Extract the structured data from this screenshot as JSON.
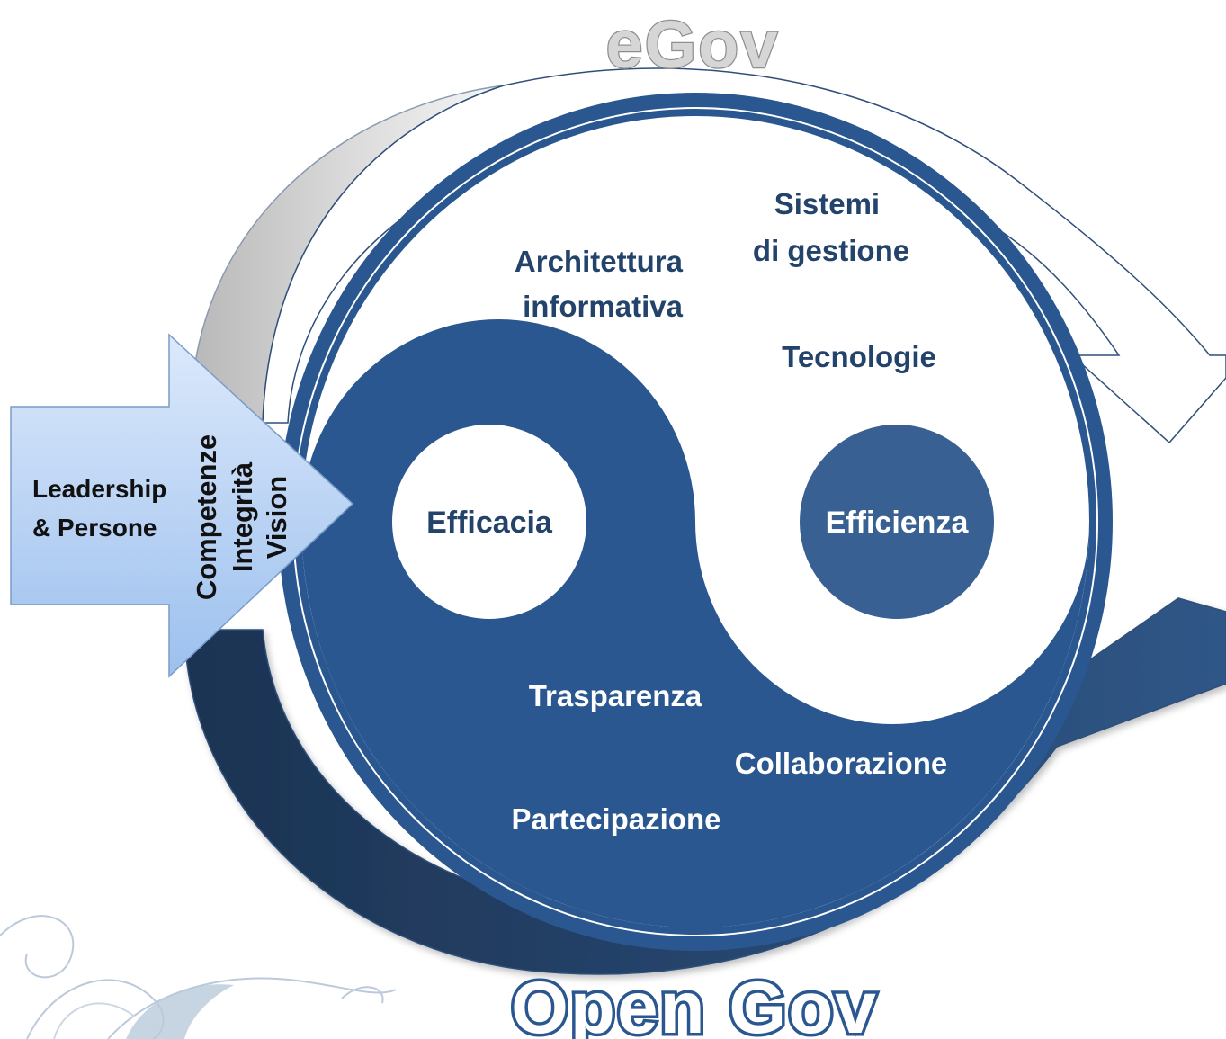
{
  "titles": {
    "top": "eGov",
    "bottom": "Open Gov"
  },
  "left_arrow": {
    "label_line1": "Leadership",
    "label_line2": "& Persone",
    "rotated_lines": [
      "Competenze",
      "Integrità",
      "Vision"
    ]
  },
  "yin_yang": {
    "left_dot_label": "Efficacia",
    "right_dot_label": "Efficienza"
  },
  "egov_items": {
    "sistemi_line1": "Sistemi",
    "sistemi_line2": "di gestione",
    "architettura_line1": "Architettura",
    "architettura_line2": "informativa",
    "tecnologie": "Tecnologie"
  },
  "opengov_items": {
    "trasparenza": "Trasparenza",
    "collaborazione": "Collaborazione",
    "partecipazione": "Partecipazione"
  },
  "colors": {
    "navy": "#2a5790",
    "dark_navy": "#1f3b60",
    "gray": "#c8c8c8",
    "outline": "#2f4f7a",
    "light_blue_top": "#dce9fb",
    "light_blue_bottom": "#9cc0ee",
    "title_gray": "#c9c9c9"
  }
}
